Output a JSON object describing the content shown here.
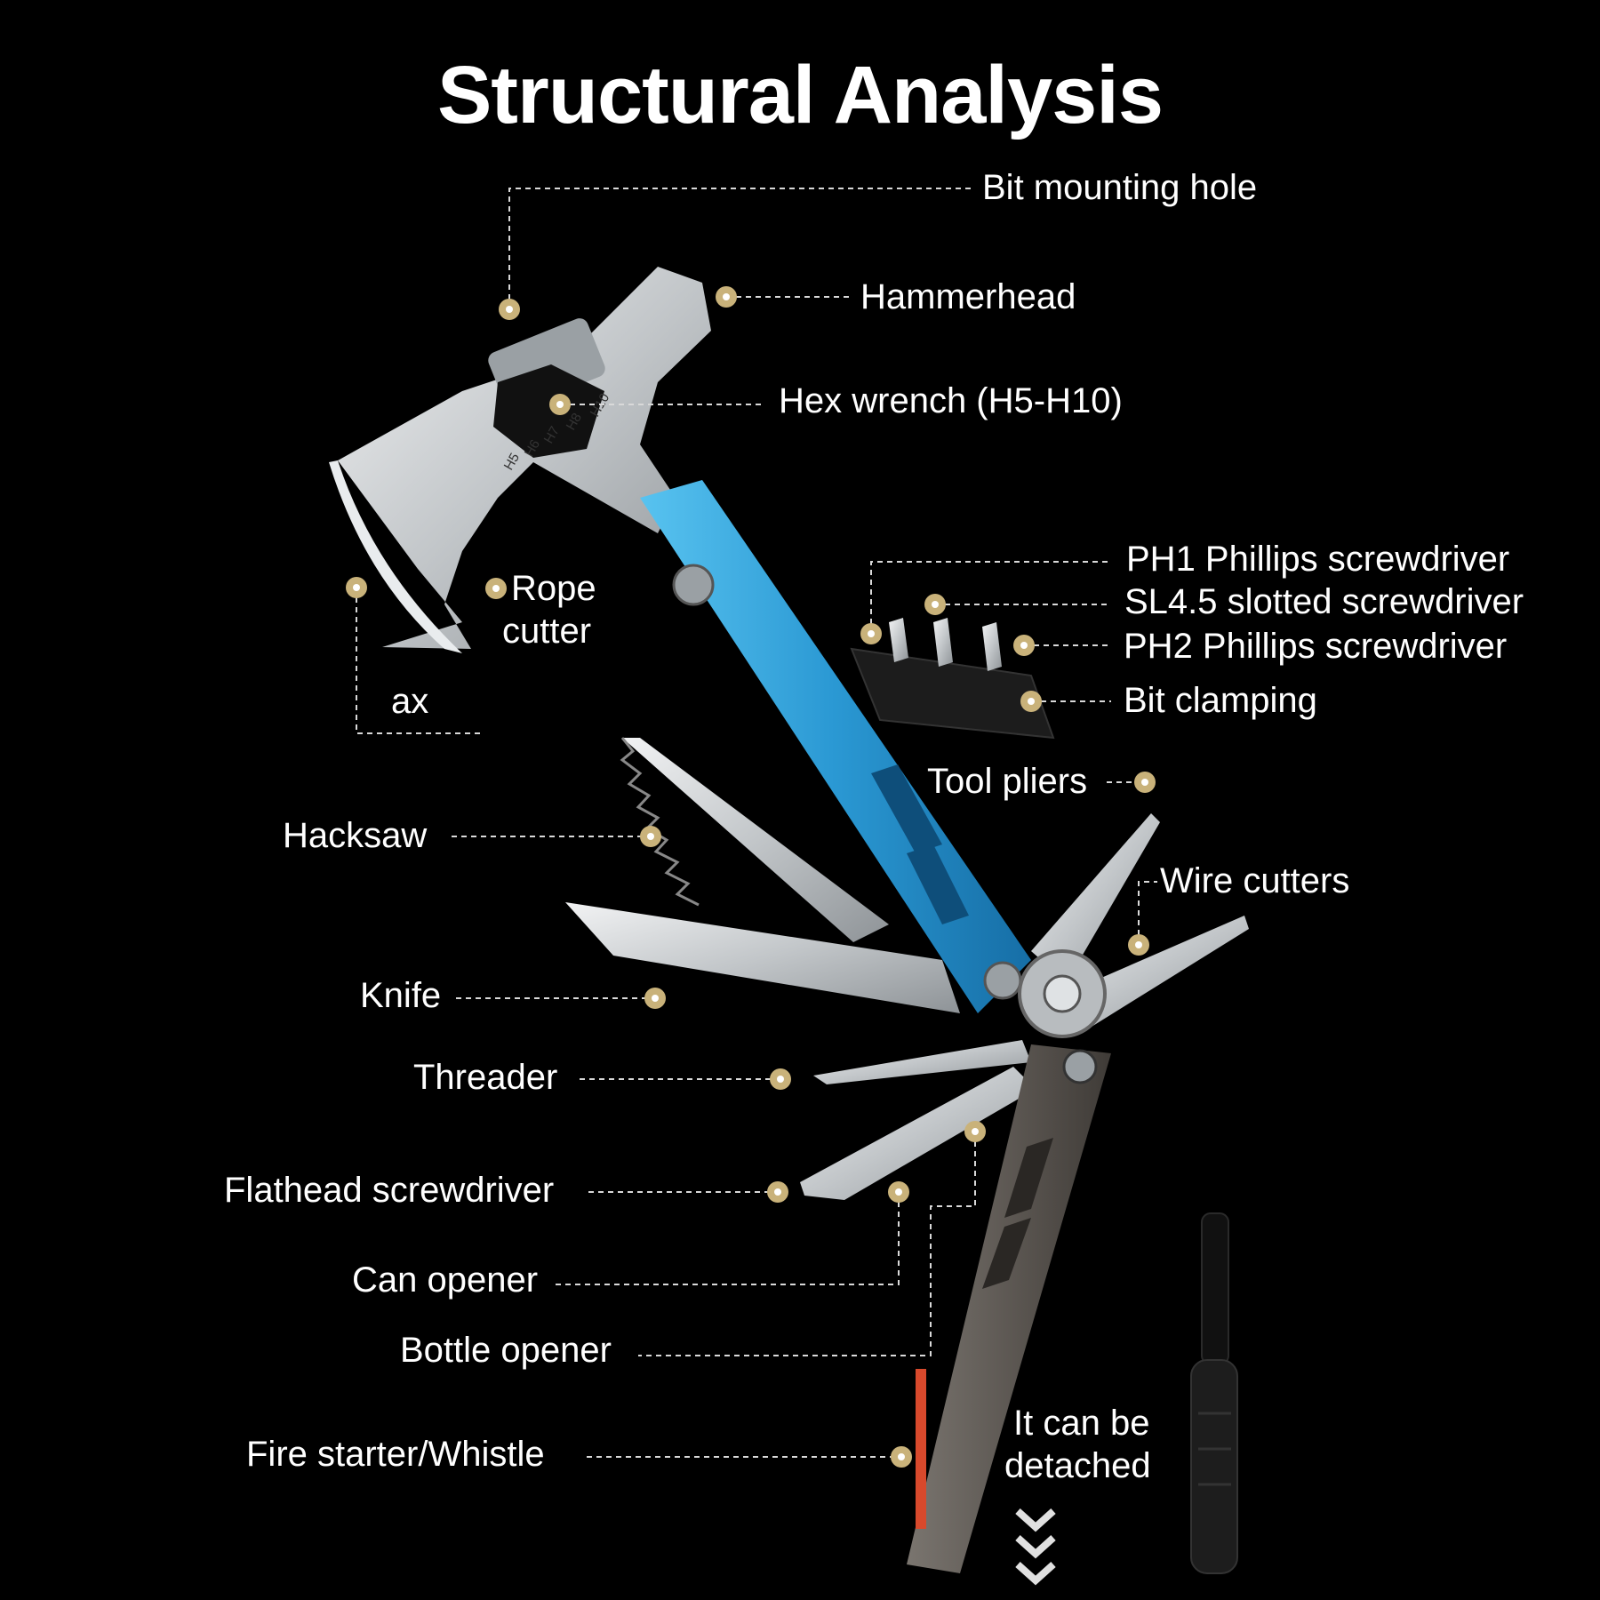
{
  "title": "Structural Analysis",
  "labels": {
    "bit_mounting_hole": "Bit mounting hole",
    "hammerhead": "Hammerhead",
    "hex_wrench": "Hex wrench (H5-H10)",
    "hex_sizes": [
      "H5",
      "H6",
      "H7",
      "H8",
      "H10"
    ],
    "rope_cutter_line1": "Rope",
    "rope_cutter_line2": "cutter",
    "ax": "ax",
    "ph1": "PH1 Phillips screwdriver",
    "sl45": "SL4.5 slotted screwdriver",
    "ph2": "PH2 Phillips screwdriver",
    "bit_clamping": "Bit clamping",
    "tool_pliers": "Tool pliers",
    "wire_cutters": "Wire cutters",
    "hacksaw": "Hacksaw",
    "knife": "Knife",
    "threader": "Threader",
    "flathead": "Flathead screwdriver",
    "can_opener": "Can opener",
    "bottle_opener": "Bottle opener",
    "fire_starter": "Fire starter/Whistle",
    "detached_line1": "It can be",
    "detached_line2": "detached"
  },
  "colors": {
    "background": "#000000",
    "accent_dot": "#c9b27a",
    "handle_blue": "#2f9fd8",
    "handle_grey": "#5b5650",
    "steel": "#cfd2d4"
  }
}
